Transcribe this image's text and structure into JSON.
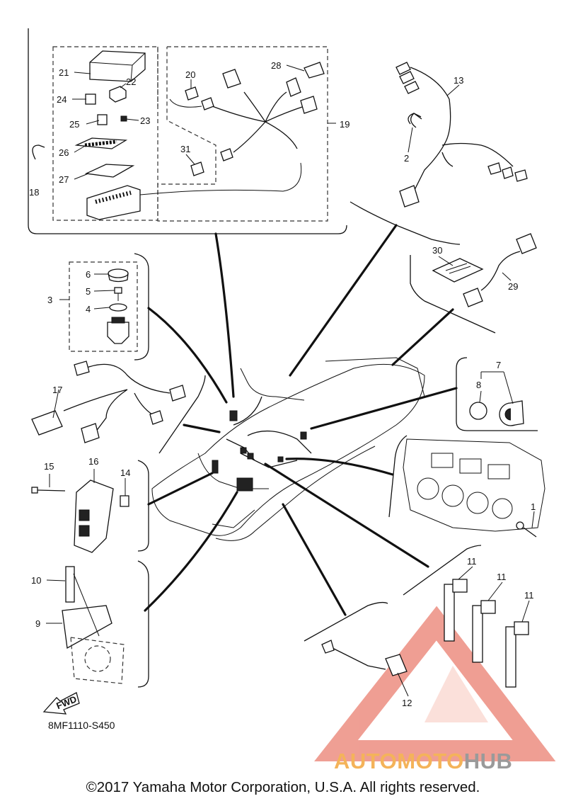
{
  "diagram": {
    "code": "8MF1110-S450",
    "copyright": "©2017 Yamaha Motor Corporation, U.S.A. All rights reserved.",
    "fwd_label": "FWD",
    "watermark": {
      "part1": "AUTOMOTO",
      "part2": "HUB",
      "color1": "#f4b35a",
      "color2": "#9a9a9a",
      "triangle_color": "#e2503c"
    },
    "callouts": [
      {
        "id": "1",
        "text": "1"
      },
      {
        "id": "2",
        "text": "2"
      },
      {
        "id": "3",
        "text": "3"
      },
      {
        "id": "4",
        "text": "4"
      },
      {
        "id": "5",
        "text": "5"
      },
      {
        "id": "6",
        "text": "6"
      },
      {
        "id": "7",
        "text": "7"
      },
      {
        "id": "8",
        "text": "8"
      },
      {
        "id": "9",
        "text": "9"
      },
      {
        "id": "10",
        "text": "10"
      },
      {
        "id": "11a",
        "text": "11"
      },
      {
        "id": "11b",
        "text": "11"
      },
      {
        "id": "11c",
        "text": "11"
      },
      {
        "id": "12",
        "text": "12"
      },
      {
        "id": "13",
        "text": "13"
      },
      {
        "id": "14",
        "text": "14"
      },
      {
        "id": "15",
        "text": "15"
      },
      {
        "id": "16",
        "text": "16"
      },
      {
        "id": "17",
        "text": "17"
      },
      {
        "id": "18",
        "text": "18"
      },
      {
        "id": "19",
        "text": "19"
      },
      {
        "id": "20",
        "text": "20"
      },
      {
        "id": "21",
        "text": "21"
      },
      {
        "id": "22",
        "text": "22"
      },
      {
        "id": "23",
        "text": "23"
      },
      {
        "id": "24",
        "text": "24"
      },
      {
        "id": "25",
        "text": "25"
      },
      {
        "id": "26",
        "text": "26"
      },
      {
        "id": "27",
        "text": "27"
      },
      {
        "id": "28",
        "text": "28"
      },
      {
        "id": "29",
        "text": "29"
      },
      {
        "id": "30",
        "text": "30"
      },
      {
        "id": "31",
        "text": "31"
      }
    ]
  }
}
